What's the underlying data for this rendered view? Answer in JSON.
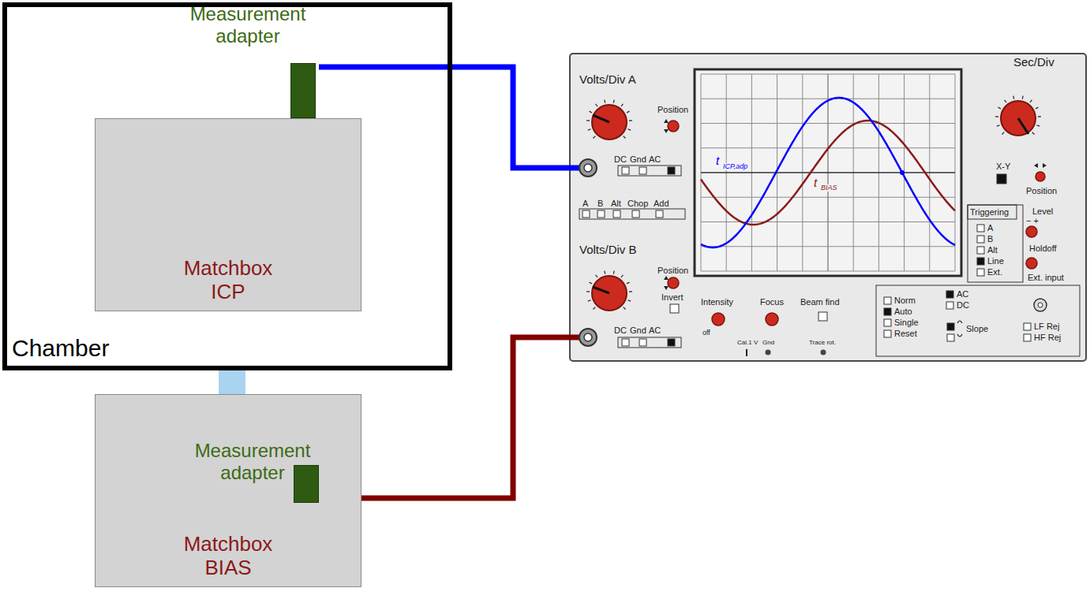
{
  "diagram": {
    "nodes": [
      {
        "text": [
          "Chamber"
        ]
      },
      {
        "text": [
          "Measurement adapter"
        ],
        "in": 0
      },
      {
        "text": [
          "Matchbox ICP"
        ],
        "in": 0
      },
      {
        "text": [
          "Matchbox BIAS"
        ]
      },
      {
        "text": [
          "Measurement adapter"
        ],
        "in": 3
      },
      {
        "text": [
          "Volts/Div A",
          "Position",
          "DC",
          "Gnd",
          "AC",
          "A",
          "B",
          "Alt",
          "Chop",
          "Add",
          "Volts/Div B",
          "Position",
          "Invert",
          "DC",
          "Gnd",
          "AC",
          "Intensity",
          "off",
          "Focus",
          "Beam find",
          "Cal.1 V",
          "Gnd",
          "Trace rot.",
          "Norm",
          "Auto",
          "Single",
          "Reset",
          "AC",
          "DC",
          "Slope",
          "LF Rej",
          "HF Rej",
          "Sec/Div",
          "X-Y",
          "Position",
          "Triggering",
          "A",
          "B",
          "Alt",
          "Line",
          "Ext.",
          "Level",
          "−   +",
          "Holdoff",
          "Ext. input"
        ]
      }
    ],
    "edges": [
      {
        "from": 1,
        "to": 5,
        "arrow": "none"
      },
      {
        "from": 4,
        "to": 5,
        "arrow": "none"
      },
      {
        "from": 0,
        "to": 3,
        "arrow": "none"
      }
    ],
    "labels": [
      "t",
      "ICP,adp",
      "t",
      "BIAS"
    ]
  }
}
